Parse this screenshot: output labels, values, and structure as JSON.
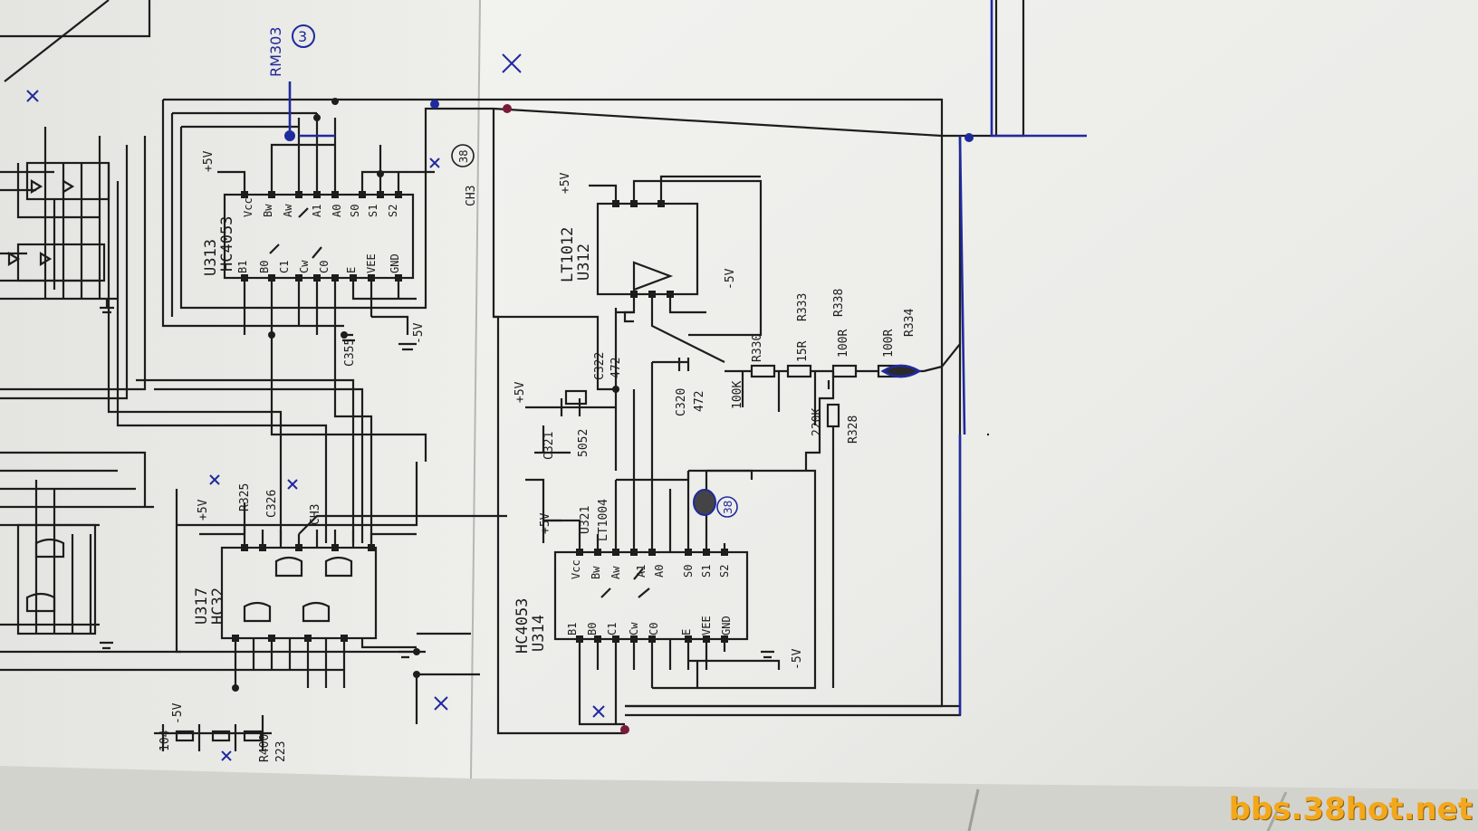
{
  "watermark": "bbs.38hot.net",
  "labels": {
    "u313_ref": "U313",
    "u313_part": "HC4053",
    "u314_ref": "U314",
    "u314_part": "HC4053",
    "u317_ref": "U317",
    "u317_part": "HC32",
    "u312_ref": "U312",
    "u312_part": "LT1012",
    "pins_top": [
      "Vcc",
      "Bw",
      "Aw",
      "A1",
      "A0",
      "S0",
      "S1",
      "S2"
    ],
    "pins_bottom": [
      "B1",
      "B0",
      "C1",
      "Cw",
      "C0",
      "E",
      "VEE",
      "GND"
    ],
    "p5v": "+5V",
    "m5v": "-5V",
    "c355": "C355",
    "c322": "C322",
    "c322_val": "472",
    "c320": "C320",
    "c320_val": "472",
    "c321": "C321",
    "c321_val": "5052",
    "u321": "U321",
    "u321_part": "LT1004",
    "r325": "R325",
    "c326": "C326",
    "r330": "R330",
    "r330_val": "100K",
    "r333": "R333",
    "r333_val": "15R",
    "r338": "R338",
    "r338_val": "100R",
    "r334": "R334",
    "r334_val": "100R",
    "r328": "R328",
    "r328_val": "220K",
    "ch3": "CH3",
    "val_223": "223",
    "val_104": "104",
    "rm303": "RM303",
    "circ3": "3",
    "r400": "R400",
    "cmark38": "38"
  }
}
